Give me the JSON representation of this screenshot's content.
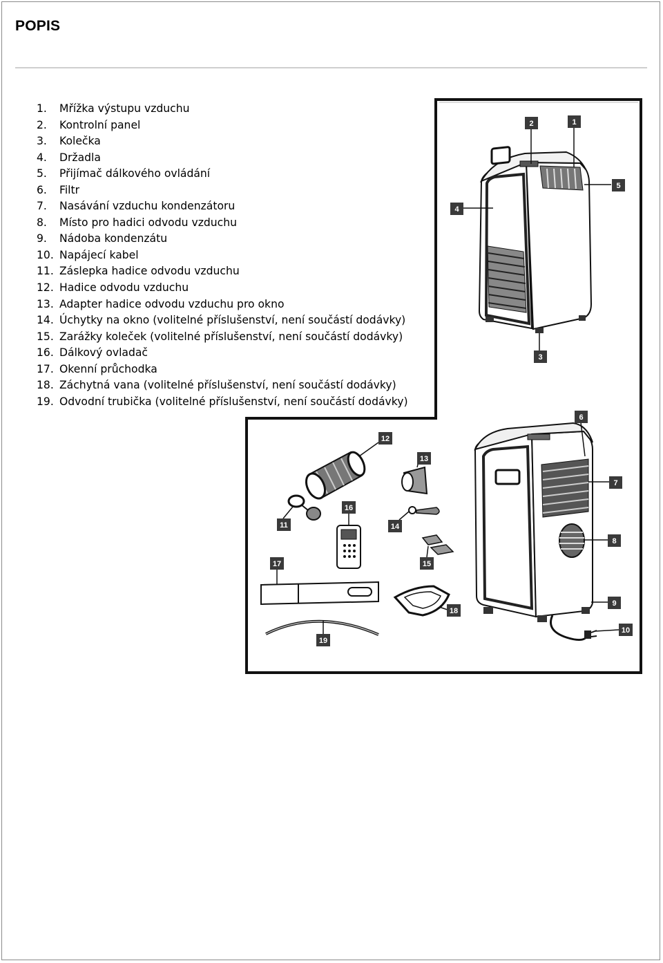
{
  "document": {
    "title": "POPIS",
    "parts": [
      {
        "num": "1.",
        "text": "Mřížka výstupu vzduchu"
      },
      {
        "num": "2.",
        "text": "Kontrolní panel"
      },
      {
        "num": "3.",
        "text": "Kolečka"
      },
      {
        "num": "4.",
        "text": "Držadla"
      },
      {
        "num": "5.",
        "text": "Přijímač dálkového ovládání"
      },
      {
        "num": "6.",
        "text": "Filtr"
      },
      {
        "num": "7.",
        "text": "Nasávání vzduchu kondenzátoru"
      },
      {
        "num": "8.",
        "text": "Místo pro hadici odvodu vzduchu"
      },
      {
        "num": "9.",
        "text": "Nádoba kondenzátu"
      },
      {
        "num": "10.",
        "text": "Napájecí kabel"
      },
      {
        "num": "11.",
        "text": "Záslepka hadice odvodu vzduchu"
      },
      {
        "num": "12.",
        "text": "Hadice odvodu vzduchu"
      },
      {
        "num": "13.",
        "text": "Adapter hadice odvodu vzduchu pro okno"
      },
      {
        "num": "14.",
        "text": "Úchytky na okno (volitelné příslušenství, není součástí dodávky)"
      },
      {
        "num": "15.",
        "text": "Zarážky koleček (volitelné příslušenství, není součástí dodávky)"
      },
      {
        "num": "16.",
        "text": "Dálkový ovladač"
      },
      {
        "num": "17.",
        "text": "Okenní průchodka"
      },
      {
        "num": "18.",
        "text": "Záchytná vana (volitelné příslušenství, není součástí dodávky)"
      },
      {
        "num": "19.",
        "text": "Odvodní trubička (volitelné příslušenství, není součástí dodávky)"
      }
    ]
  },
  "figure": {
    "front_labels": [
      "1",
      "2",
      "3",
      "4",
      "5"
    ],
    "back_labels": [
      "6",
      "7",
      "8",
      "9",
      "10"
    ],
    "accessory_labels": [
      "11",
      "12",
      "13",
      "14",
      "15",
      "16",
      "17",
      "18",
      "19"
    ]
  }
}
